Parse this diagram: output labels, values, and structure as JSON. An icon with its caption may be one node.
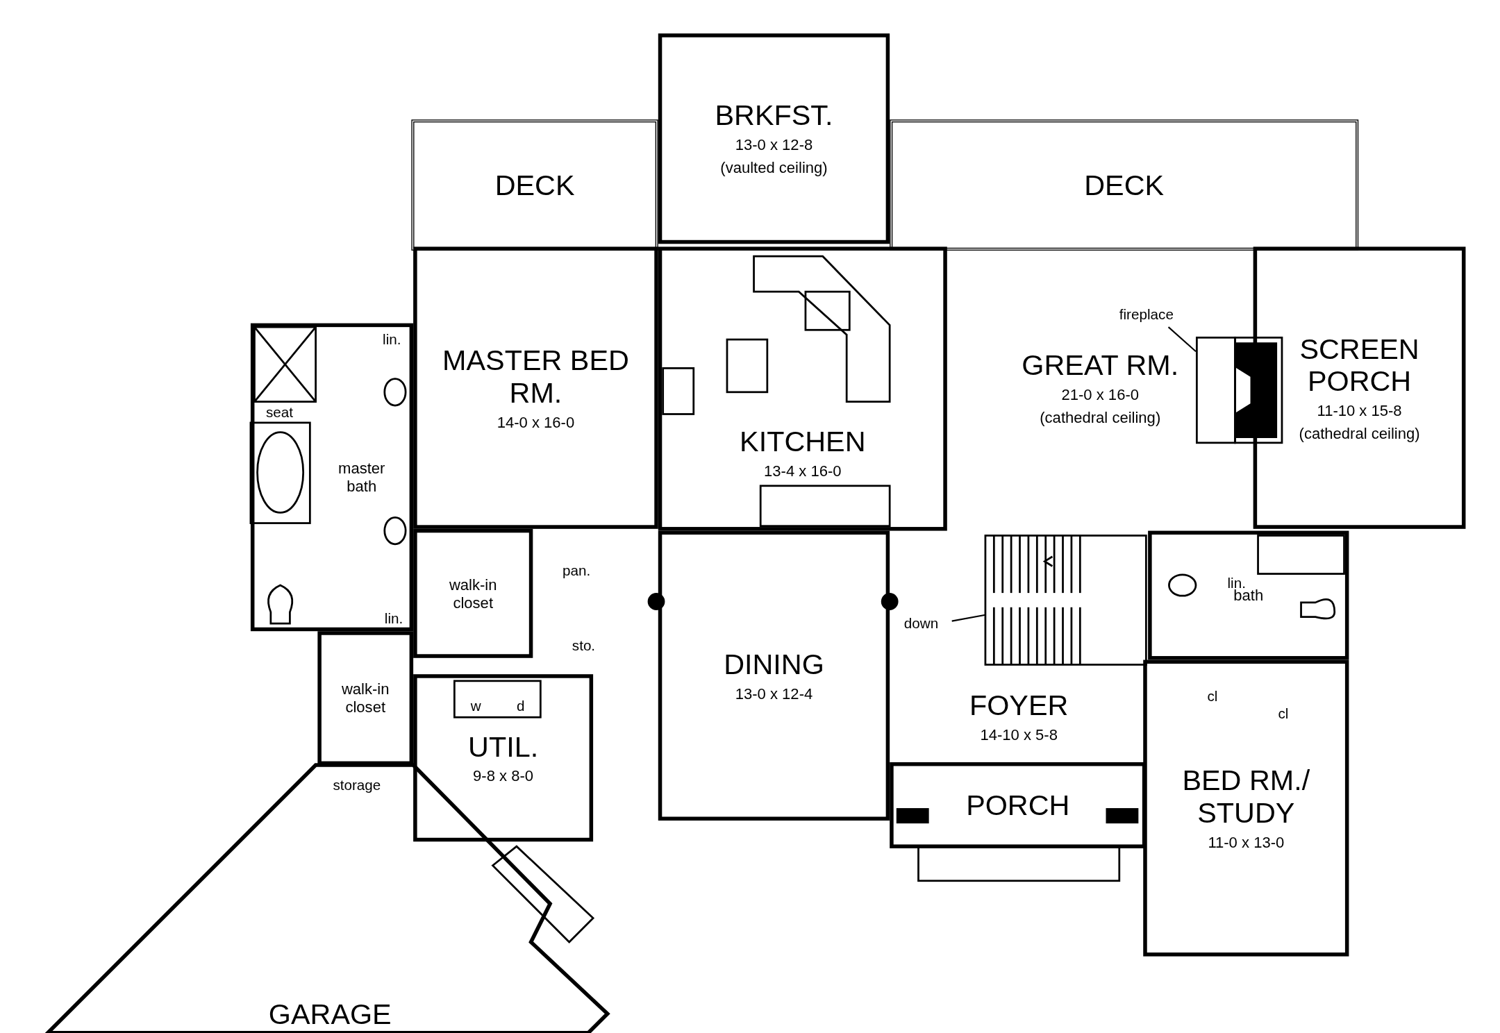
{
  "diagram": {
    "nodes": [
      {
        "text": [
          "BRKFST.",
          "13-0 x 12-8",
          "(vaulted ceiling)"
        ]
      },
      {
        "text": [
          "DECK"
        ]
      },
      {
        "text": [
          "DECK"
        ]
      },
      {
        "text": [
          "MASTER BED RM.",
          "14-0 x 16-0"
        ]
      },
      {
        "text": [
          "KITCHEN",
          "13-4 x 16-0"
        ]
      },
      {
        "text": [
          "GREAT RM.",
          "21-0 x 16-0",
          "(cathedral ceiling)"
        ]
      },
      {
        "text": [
          "SCREEN PORCH",
          "11-10 x 15-8",
          "(cathedral ceiling)"
        ]
      },
      {
        "text": [
          "master bath"
        ]
      },
      {
        "text": [
          "walk-in closet"
        ]
      },
      {
        "text": [
          "walk-in closet"
        ]
      },
      {
        "text": [
          "DINING",
          "13-0 x 12-4"
        ]
      },
      {
        "text": [
          "FOYER",
          "14-10 x 5-8"
        ]
      },
      {
        "text": [
          "bath"
        ]
      },
      {
        "text": [
          "UTIL.",
          "9-8 x 8-0"
        ]
      },
      {
        "text": [
          "PORCH"
        ]
      },
      {
        "text": [
          "BED RM./ STUDY",
          "11-0 x 13-0"
        ]
      },
      {
        "text": [
          "GARAGE"
        ]
      },
      {
        "text": [
          "fireplace"
        ]
      },
      {
        "text": [],
        "shape": "picture"
      },
      {
        "text": [
          "down"
        ]
      },
      {
        "text": [],
        "shape": "picture"
      }
    ],
    "edges": [
      {
        "from": 17,
        "to": 18,
        "arrow": "none"
      },
      {
        "from": 19,
        "to": 20,
        "arrow": "none"
      }
    ],
    "labels": [
      "lin.",
      "seat",
      "pan.",
      "lin.",
      "lin.",
      "sto.",
      "w",
      "d",
      "cl",
      "cl",
      "storage"
    ]
  }
}
